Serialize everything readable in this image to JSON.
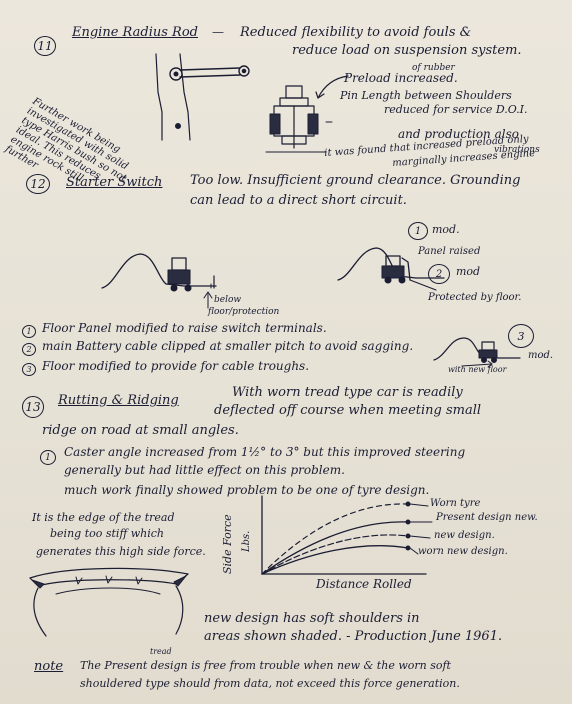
{
  "sections": {
    "s11": {
      "number": "11",
      "title": "Engine Radius Rod",
      "text_line1": "Reduced flexibility to avoid fouls &",
      "text_line2": "reduce load on suspension system.",
      "margin_note_1": "Further work being",
      "margin_note_2": "investigated with solid",
      "margin_note_3": "type Harris bush so not",
      "margin_note_4": "ideal. This reduces",
      "margin_note_5": "engine rock still",
      "margin_note_6": "further",
      "label_of": "of rubber",
      "label_preload": "Preload increased.",
      "label_pin": "Pin Length between Shoulders",
      "label_reduced": "reduced for service D.O.I.",
      "and_production_1": "and production also",
      "and_production_2": "it was found that increased preload only",
      "and_production_3": "marginally increases engine",
      "and_production_4": "vibrations"
    },
    "s12": {
      "number": "12",
      "title": "Starter Switch",
      "text_line1": "Too low. Insufficient ground clearance. Grounding",
      "text_line2": "can lead to a direct short circuit.",
      "below_label": "below",
      "below_label2": "floor/protection",
      "mod1_num": "1",
      "mod1": "mod.",
      "panel_raised": "Panel raised",
      "mod2_num": "2",
      "mod2": "mod",
      "protected": "Protected by floor.",
      "mod3_num": "3",
      "mod3": "mod.",
      "fig3_label": "with new floor",
      "list": [
        {
          "n": "1",
          "text": "Floor Panel modified to raise switch terminals."
        },
        {
          "n": "2",
          "text": "main Battery cable clipped at smaller pitch to avoid sagging."
        },
        {
          "n": "3",
          "text": "Floor modified to provide for cable troughs."
        }
      ]
    },
    "s13": {
      "number": "13",
      "title": "Rutting & Ridging",
      "text_line1": "With worn tread type car is readily",
      "text_line2": "deflected off course when meeting small",
      "text_line3": "ridge on road at small angles.",
      "item1_n": "1",
      "item1_line1": "Caster angle increased from 1½° to 3° but this improved steering",
      "item1_line2": "generally but had little effect on this problem.",
      "item1_line3": "much work finally showed problem to be one of tyre design.",
      "left_note_1": "It is the edge of the tread",
      "left_note_2": "being too stiff which",
      "left_note_3": "generates this high side force.",
      "graph_ylabel_1": "Side Force",
      "graph_ylabel_2": "Lbs.",
      "graph_xlabel": "Distance Rolled",
      "legend": [
        "Worn tyre",
        "Present design new.",
        "new design.",
        "worn new design."
      ],
      "new_design_1": "new design has soft shoulders in",
      "new_design_2": "areas shown shaded. - Production June 1961.",
      "note_label": "note",
      "note_insert": "tread",
      "note_line1": "The Present design is free from trouble when new & the worn soft",
      "note_line2": "shouldered type should from data, not exceed this force generation."
    }
  }
}
